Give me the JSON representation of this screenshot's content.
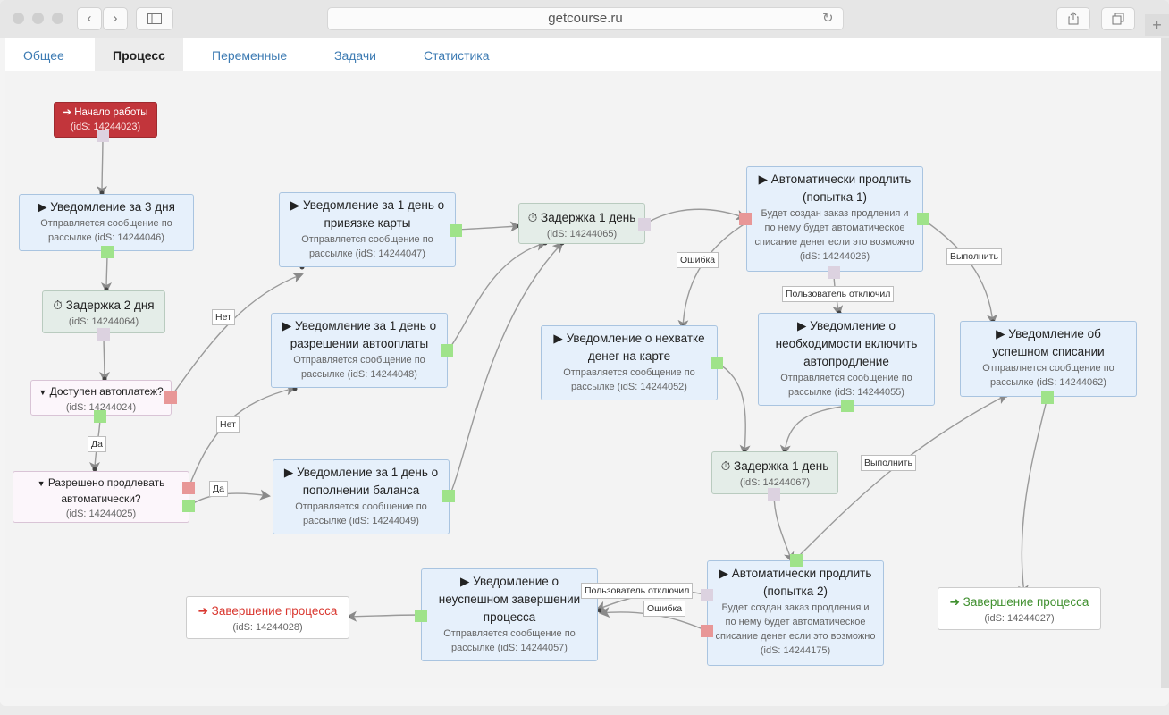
{
  "browser": {
    "url": "getcourse.ru"
  },
  "tabs": [
    {
      "label": "Общее"
    },
    {
      "label": "Процесс"
    },
    {
      "label": "Переменные"
    },
    {
      "label": "Задачи"
    },
    {
      "label": "Статистика"
    }
  ],
  "active_tab": "Процесс",
  "icons": {
    "play": "▶",
    "clock": "⏱",
    "filter": "▼",
    "enter": "➔",
    "exit": "➔"
  },
  "colors": {
    "start_node": "#c2353b",
    "port_ok": "#9fe38a",
    "port_fail": "#e89797",
    "end_red": "#d9372f",
    "end_green": "#3f8f2e"
  },
  "nodes": {
    "start": {
      "title": "Начало работы",
      "id": "(idS: 14244023)"
    },
    "notify3": {
      "title": "Уведомление за 3 дня",
      "desc": "Отправляется сообщение по рассылке (idS: 14244046)"
    },
    "delay2": {
      "title": "Задержка 2 дня",
      "id": "(idS: 14244064)"
    },
    "cond_autopay": {
      "title": "Доступен автоплатеж?",
      "id": "(idS: 14244024)"
    },
    "cond_renew": {
      "title": "Разрешено продлевать автоматически?",
      "id": "(idS: 14244025)"
    },
    "notify_card": {
      "title": "Уведомление за 1 день о привязке карты",
      "desc": "Отправляется сообщение по рассылке (idS: 14244047)"
    },
    "notify_autopay": {
      "title": "Уведомление за 1 день о разрешении автооплаты",
      "desc": "Отправляется сообщение по рассылке (idS: 14244048)"
    },
    "notify_balance": {
      "title": "Уведомление за 1 день о пополнении баланса",
      "desc": "Отправляется сообщение по рассылке (idS: 14244049)"
    },
    "delay1a": {
      "title": "Задержка 1 день",
      "id": "(idS: 14244065)"
    },
    "renew1": {
      "title": "Автоматически продлить (попытка 1)",
      "desc": "Будет создан заказ продления и по нему будет автоматическое списание денег если это возможно (idS: 14244026)"
    },
    "notify_nofunds": {
      "title": "Уведомление о нехватке денег на карте",
      "desc": "Отправляется сообщение по рассылке (idS: 14244052)"
    },
    "notify_enable": {
      "title": "Уведомление о необходимости включить автопродление",
      "desc": "Отправляется сообщение по рассылке (idS: 14244055)"
    },
    "notify_success": {
      "title": "Уведомление об успешном списании",
      "desc": "Отправляется сообщение по рассылке (idS: 14244062)"
    },
    "delay1b": {
      "title": "Задержка 1 день",
      "id": "(idS: 14244067)"
    },
    "renew2": {
      "title": "Автоматически продлить (попытка 2)",
      "desc": "Будет создан заказ продления и по нему будет автоматическое списание денег если это возможно (idS: 14244175)"
    },
    "notify_fail": {
      "title": "Уведомление о неуспешном завершении процесса",
      "desc": "Отправляется сообщение по рассылке (idS: 14244057)"
    },
    "end_fail": {
      "title": "Завершение процесса",
      "id": "(idS: 14244028)"
    },
    "end_ok": {
      "title": "Завершение процесса",
      "id": "(idS: 14244027)"
    }
  },
  "edge_labels": {
    "no1": "Нет",
    "no2": "Нет",
    "yes1": "Да",
    "yes2": "Да",
    "error1": "Ошибка",
    "user_off1": "Пользователь отключил",
    "done1": "Выполнить",
    "done2": "Выполнить",
    "user_off2": "Пользователь отключил",
    "error2": "Ошибка"
  }
}
